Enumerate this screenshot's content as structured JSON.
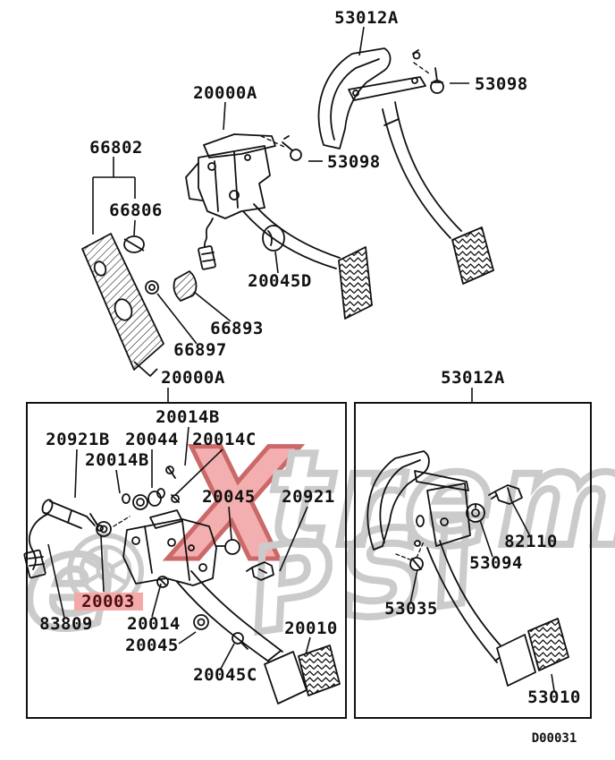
{
  "diagram": {
    "drawing_code": "D00031",
    "line_color": "#111111",
    "highlight": {
      "part": "20003",
      "bg_color": "#f4a9a9",
      "text_color": "#4a1010"
    },
    "watermark": {
      "word_left": "e",
      "word_x": "X",
      "word_right": "treme",
      "word_sub": "PSI",
      "gray": "#c9c9c9",
      "x_fill": "#f3abab",
      "x_outline": "#c96060"
    },
    "labels": {
      "top": [
        {
          "text": "53012A"
        },
        {
          "text": "20000A"
        },
        {
          "text": "53098"
        },
        {
          "text": "53098"
        },
        {
          "text": "66802"
        },
        {
          "text": "66806"
        },
        {
          "text": "20045D"
        },
        {
          "text": "66893"
        },
        {
          "text": "66897"
        }
      ],
      "left_box": {
        "title": "20000A",
        "items": [
          "20014B",
          "20921B",
          "20044",
          "20014C",
          "20014B",
          "20045",
          "20921",
          "20003",
          "83809",
          "20014",
          "20045",
          "20045C",
          "20010"
        ]
      },
      "right_box": {
        "title": "53012A",
        "items": [
          "82110",
          "53094",
          "53035",
          "53010"
        ]
      }
    }
  }
}
